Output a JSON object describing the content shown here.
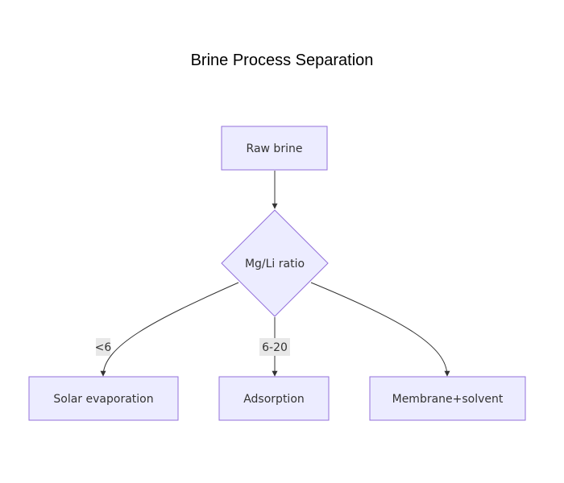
{
  "diagram": {
    "title": "Brine Process Separation",
    "nodes": {
      "raw_brine": "Raw brine",
      "ratio": "Mg/Li ratio",
      "solar": "Solar evaporation",
      "adsorption": "Adsorption",
      "membrane": "Membrane+solvent"
    },
    "edges": {
      "raw_to_ratio": "",
      "ratio_to_solar": "<6",
      "ratio_to_adsorption": "6-20",
      "ratio_to_membrane": ""
    },
    "colors": {
      "node_fill": "#ececff",
      "node_stroke": "#9370db",
      "edge": "#333333",
      "label_bg": "#e8e8e8"
    }
  }
}
